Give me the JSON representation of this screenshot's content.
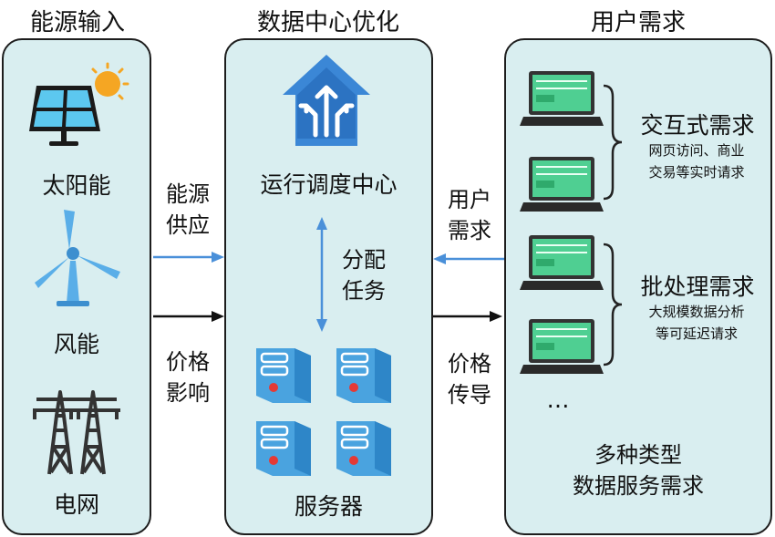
{
  "sections": {
    "energy_title": "能源输入",
    "datacenter_title": "数据中心优化",
    "user_title": "用户需求"
  },
  "energy": {
    "solar": "太阳能",
    "wind": "风能",
    "grid": "电网"
  },
  "datacenter": {
    "scheduler": "运行调度中心",
    "assign_line1": "分配",
    "assign_line2": "任务",
    "servers": "服务器"
  },
  "arrows_left": {
    "supply_line1": "能源",
    "supply_line2": "供应",
    "price_line1": "价格",
    "price_line2": "影响"
  },
  "arrows_right": {
    "demand_line1": "用户",
    "demand_line2": "需求",
    "price_line1": "价格",
    "price_line2": "传导"
  },
  "users": {
    "interactive_title": "交互式需求",
    "interactive_desc_line1": "网页访问、商业",
    "interactive_desc_line2": "交易等实时请求",
    "batch_title": "批处理需求",
    "batch_desc_line1": "大规模数据分析",
    "batch_desc_line2": "等可延迟请求",
    "ellipsis": "…",
    "summary_line1": "多种类型",
    "summary_line2": "数据服务需求"
  },
  "colors": {
    "panel_bg": "#d9eef0",
    "blue_arrow": "#4a90d9",
    "black_arrow": "#111111",
    "screen_green": "#4fcf92",
    "server_blue": "#4aa3df"
  }
}
